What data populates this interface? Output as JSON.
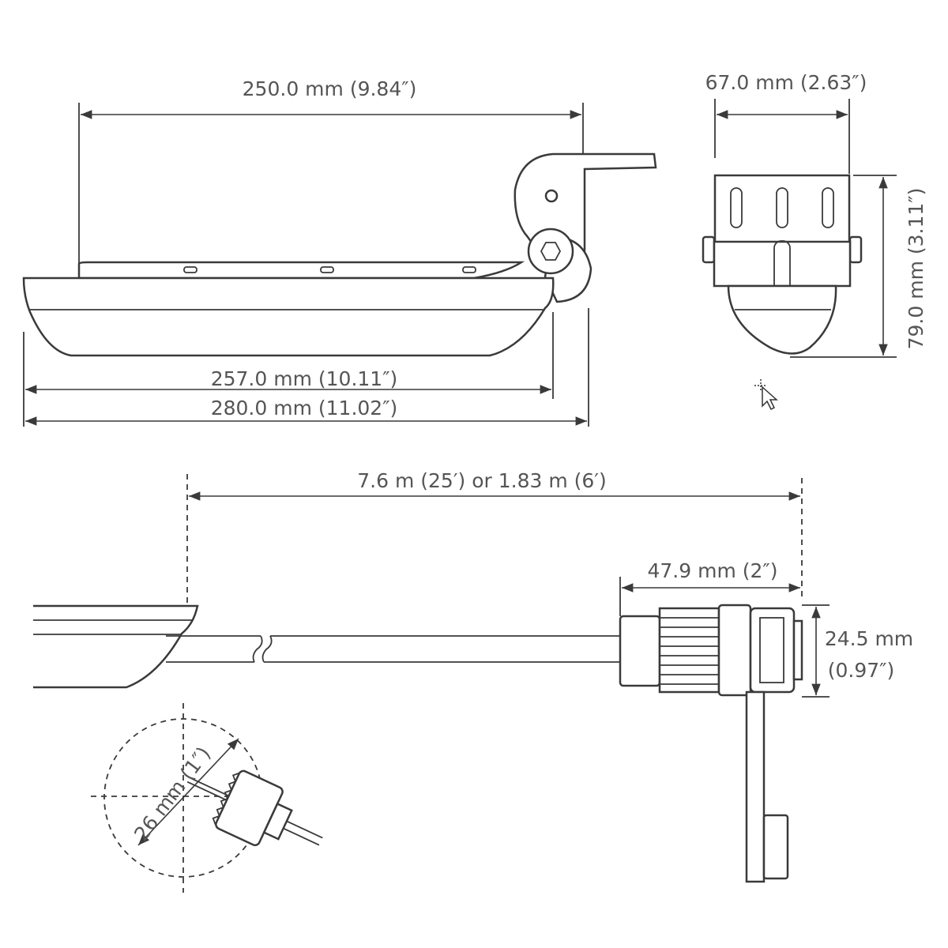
{
  "dimensions": {
    "transducer_length": "250.0 mm (9.84″)",
    "transducer_width": "67.0 mm (2.63″)",
    "transducer_height": "79.0 mm (3.11″)",
    "body_length": "257.0 mm (10.11″)",
    "overall_length": "280.0 mm (11.02″)",
    "cable_length": "7.6 m (25′) or 1.83 m (6′)",
    "connector_length": "47.9 mm (2″)",
    "connector_diameter_mm": "24.5 mm",
    "connector_diameter_in": "(0.97″)",
    "hole_diameter": "26 mm (1″)"
  },
  "colors": {
    "line": "#3a3a3a",
    "text": "#555555"
  }
}
